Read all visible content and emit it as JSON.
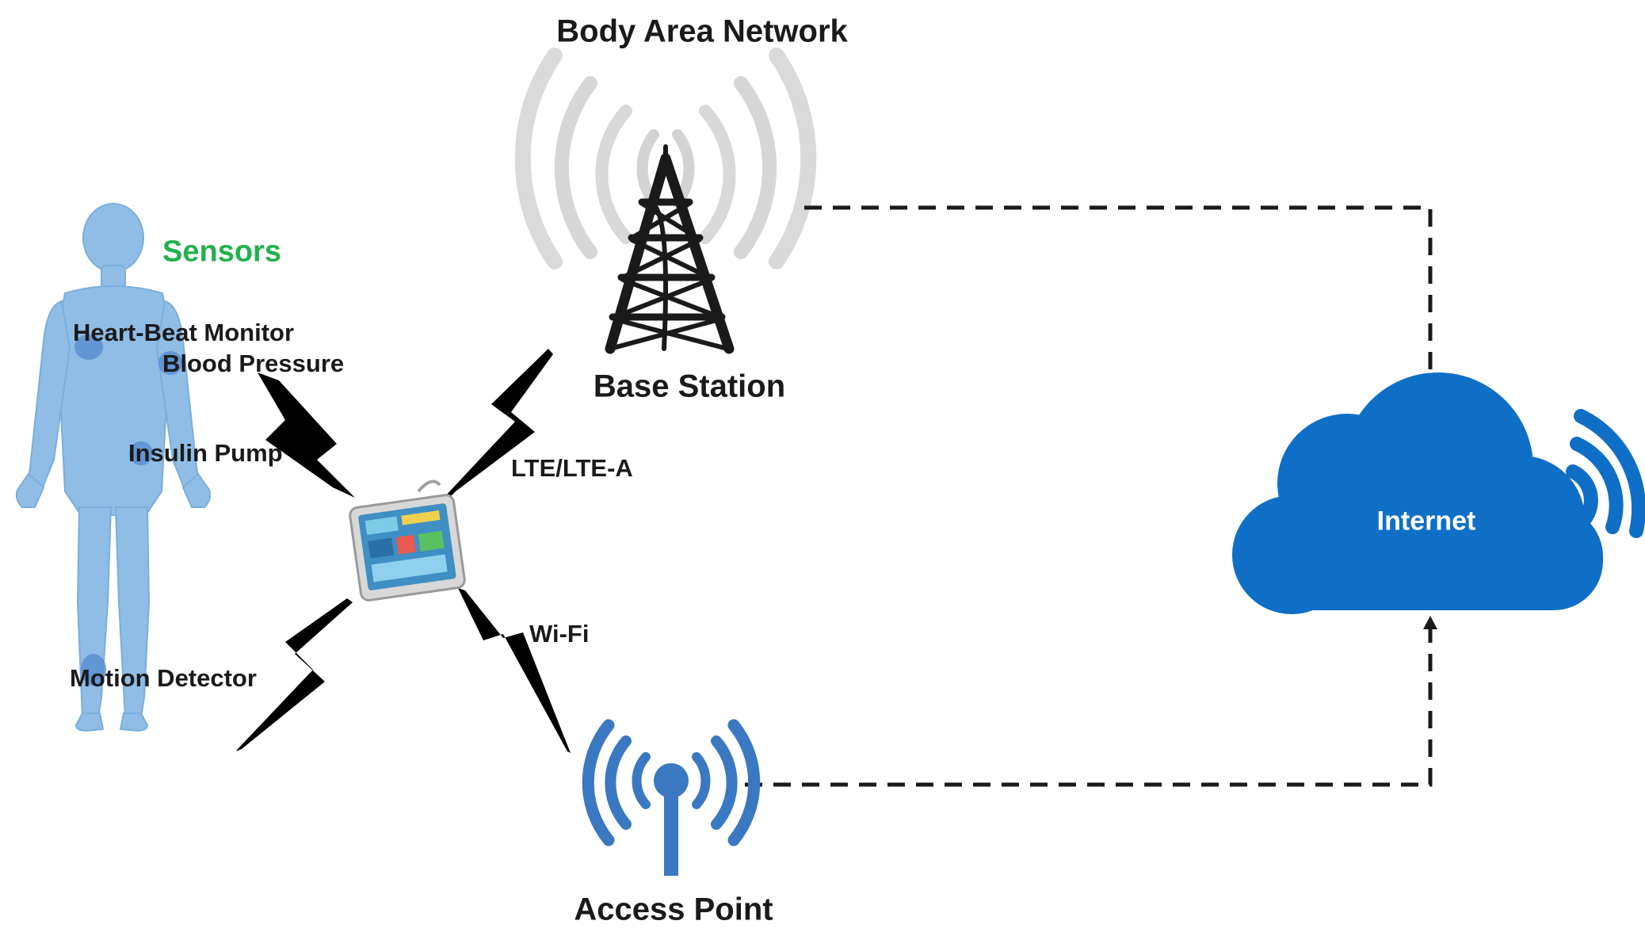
{
  "title": "Body Area Network",
  "base_station": {
    "label": "Base Station",
    "icon": "cell-tower-icon"
  },
  "access_point": {
    "label": "Access Point",
    "icon": "wifi-antenna-icon"
  },
  "internet": {
    "label": "Internet",
    "icon": "cloud-icon"
  },
  "sensors": {
    "heading": "Sensors",
    "items": [
      "Heart-Beat Monitor",
      "Blood Pressure",
      "Insulin Pump",
      "Motion Detector"
    ]
  },
  "links": {
    "lte": "LTE/LTE-A",
    "wifi": "Wi-Fi"
  },
  "colors": {
    "body": "#8fbde6",
    "sensor_dot": "#5b8fd0",
    "sensors_heading": "#22b14c",
    "cloud": "#0f6fc6",
    "antenna": "#3a78c2",
    "tower": "#1a1a1a",
    "radio_waves": "#d6d6d6"
  }
}
